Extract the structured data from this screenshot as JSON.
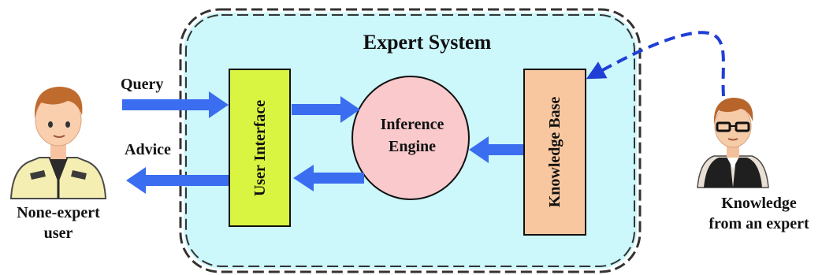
{
  "title": "Expert System",
  "components": {
    "user_interface": "User Interface",
    "inference_engine_line1": "Inference",
    "inference_engine_line2": "Engine",
    "knowledge_base": "Knowledge Base"
  },
  "flows": {
    "query": "Query",
    "advice": "Advice"
  },
  "actors": {
    "non_expert_line1": "None-expert",
    "non_expert_line2": "user",
    "expert_line1": "Knowledge",
    "expert_line2": "from an expert"
  },
  "colors": {
    "system_fill": "#ccf7fb",
    "user_interface_fill": "#d9f542",
    "inference_engine_fill": "#f9c9cb",
    "knowledge_base_fill": "#f9c79f",
    "arrow_blue": "#3a6df0",
    "dashed_link": "#1f3fd6"
  }
}
